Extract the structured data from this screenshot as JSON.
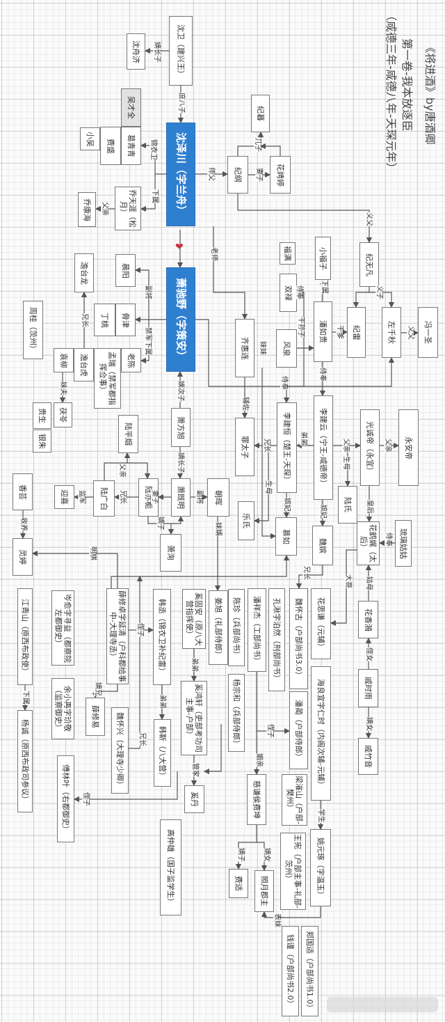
{
  "title": {
    "line1": "《将进酒》by唐酒卿",
    "line2": "第一卷-我本放逐臣",
    "line3": "（咸德三年-咸德八年-天琛元年）"
  },
  "colors": {
    "main_node": "#2f7fd0",
    "heart": "#c8323c",
    "line": "#555555"
  },
  "heart_icon": "heart",
  "nodes": {
    "shenwei": "沈卫（建兴王）",
    "shenzhouji": "沈舟济",
    "wucaiquan": "吴才全",
    "geqingqing": "葛青青",
    "feisheng": "费盛",
    "xiaowu": "小吴",
    "shenzechuan": "沈泽川（字兰舟）",
    "qiaotianya": "乔天涯（松月）",
    "qiaokanghai": "乔康海",
    "jimu": "纪暮",
    "jigang": "纪纲",
    "huapingting": "花娉婷",
    "fuman": "福满",
    "shuanglu": "双禄",
    "xiaofuzi": "小福子",
    "jiwufan": "纪无凡",
    "panrugui": "潘如贵",
    "jilei": "纪雷",
    "zuoqianqiu": "左千秋",
    "fengyisheng": "冯一圣",
    "fengquan": "风泉",
    "qihuilian": "齐惠连",
    "lijianheng": "李建恒（楚王-天琛）",
    "lijianyun": "李建云（宁王-咸德帝）",
    "guangchengdi": "光诚帝（永宜）",
    "yongandi": "永安帝",
    "zuitaizi": "罪太子",
    "chenyang": "晨阳",
    "tantailong": "澹台龙",
    "gujin": "骨津",
    "dingtao": "丁桃",
    "zhougui": "周桂（茨州）",
    "laochen": "老陈",
    "mengrui": "孟瑞（禁军都指挥佥事）",
    "tantaihu": "澹台虎",
    "yuanliu": "袁柳",
    "xiaochiye": "萧驰野（字策安）",
    "xiaofangxu": "萧方旭",
    "lupingyan": "陆平烟",
    "fuling": "茯苓",
    "guisheng": "贵生",
    "yinzhu": "银朱",
    "xiangyun": "香芸",
    "lingting": "灵婷",
    "yingxi": "迎喜",
    "luguangbai": "陆广白",
    "luyizhi": "陆亦栀",
    "xiaojiming": "萧既明",
    "xiaoxun": "萧洵",
    "zhaohui": "朝晖",
    "jiangqingshan": "江青山（原西布政使）",
    "cenyu": "岑愈字寻益（都察院左都御史）",
    "xuexiuzhuo": "薛修卓字延清（户科都给事中-大理寺丞）",
    "hancheng": "韩丞（锦衣卫补纪雷）",
    "xiguan": "奚固安（原八大营指挥使）",
    "jiangxu": "姜旭（礼部侍郎）",
    "yuxiaozai": "余小再字玠敬（监察御史）",
    "xuexiuyi": "薛修易",
    "weihuaixing": "魏怀兴（大理寺少卿）",
    "hanjin": "韩靳（八大营）",
    "xihongxuan": "奚鸿轩（吏部考功司主事-户部）",
    "yangcheng": "杨诚（原西布政司参议）",
    "leshi": "乐氏",
    "muru": "慕如",
    "weipin": "魏嫔",
    "lushi": "陆氏",
    "huahewei": "花鹤娓（太后）",
    "liuli": "琉璃姑姑",
    "chenzhen": "陈珍（兵部尚书）",
    "panxiangjie": "潘祥杰（工部尚书）",
    "kongqiu": "孔湫字泊然（刑部尚书）",
    "weihuaigu": "魏怀古（户部尚书3.0）",
    "huasiqian": "花思谦（元辅）",
    "huaxiangyi": "花香漪",
    "qishiyu": "戚时雨",
    "yangzonghe": "杨宗和（兵部侍郎）",
    "panlin": "潘蔺（户部侍郎）",
    "hailiangyi": "海良宜字仁时（内阁次辅-元辅）",
    "qizhuyin": "戚竹音",
    "feikun": "慈谦侯费坤",
    "zhaoyue": "照月郡主",
    "feishi": "费适",
    "liangcuishan": "梁漼山（户部-樊州）",
    "wangxian": "王宪（户部主事-礼部-茨州）",
    "yaowenzhuo": "姚元琢（字温玉）",
    "zhengguoshi": "郑国适（户部尚书1.0）",
    "qianjin": "钱谨（户部尚书2.0）",
    "fulinye": "傅林叶（右都御史）",
    "xidan": "奚丹",
    "gaozhongxiong": "高仲雄（国子监学生）"
  },
  "edge_labels": [
    "嫡长子",
    "庶八子",
    "锦衣卫",
    "下属",
    "父亲",
    "师父",
    "老师",
    "儿子",
    "妻子",
    "义父",
    "义子",
    "义父",
    "下属",
    "干爹",
    "侍奉",
    "干孙子",
    "侍奉",
    "侍奉",
    "妹妹",
    "辅佐",
    "弟弟",
    "父亲",
    "生母",
    "父亲",
    "兄长",
    "生母",
    "嫔妃",
    "嫔妃",
    "皇后",
    "侍奉",
    "兄长",
    "大哥",
    "姑母",
    "侄女",
    "嫡女",
    "副将",
    "禁军下属",
    "兄长",
    "妹夫",
    "嫡次子",
    "嫡长子",
    "父亲",
    "兄长",
    "监军",
    "妻子",
    "嫡子",
    "副将",
    "妹婿",
    "收养",
    "明棋",
    "侄子",
    "嫡兄",
    "弟弟",
    "弟弟",
    "兄长",
    "管家",
    "侄子",
    "下属",
    "侄子",
    "姻亲",
    "学生",
    "嫡女",
    "嫡子",
    "表妹"
  ]
}
